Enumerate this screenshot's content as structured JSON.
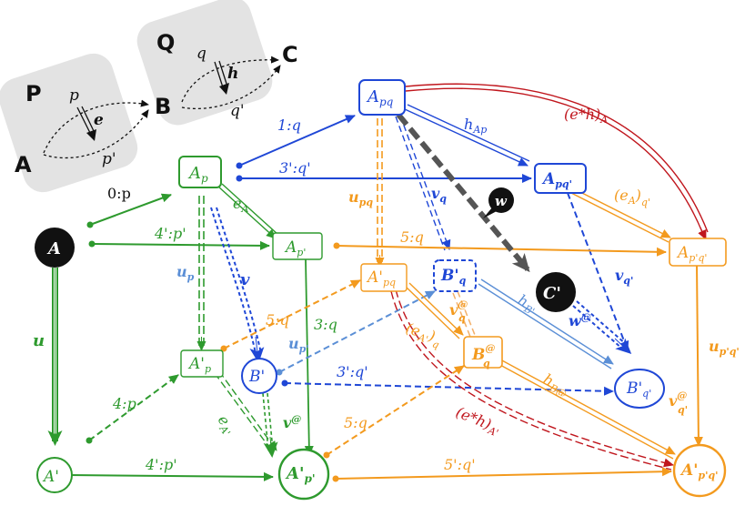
{
  "colors": {
    "green": "#2e9a2e",
    "blue": "#1f47d6",
    "lightblue": "#5b8fd6",
    "orange": "#f39a1e",
    "darkorange": "#d86a10",
    "red": "#c0161d",
    "grey": "#555555",
    "panel": "#e3e3e3"
  },
  "inset": {
    "P": "P",
    "Q": "Q",
    "A": "A",
    "B": "B",
    "C": "C",
    "p": "p",
    "p_prime": "p'",
    "e": "e",
    "q": "q",
    "q_prime": "q'",
    "h": "h"
  },
  "nodes": {
    "A": "A",
    "A_prime": "A'",
    "Ap": "A",
    "Ap_sub": "p",
    "Ap_prime": "A",
    "Ap_prime_sub": "p'",
    "A_prime_p": "A'",
    "A_prime_p_sub": "p",
    "A_prime_p_prime": "A'",
    "A_prime_p_prime_sub": "p'",
    "Apq": "A",
    "Apq_sub": "pq",
    "Apq_prime": "A",
    "Apq_prime_sub": "pq'",
    "Ap_prime_q_prime": "A",
    "Ap_prime_q_prime_sub": "p'q'",
    "A_prime_pq": "A'",
    "A_prime_pq_sub": "pq",
    "B_prime_q": "B'",
    "B_prime_q_sub": "q",
    "B_at_q": "B",
    "B_at_q_sup": "@",
    "B_at_q_sub": "q",
    "B_prime": "B'",
    "B_prime_q_prime": "B'",
    "B_prime_q_prime_sub": "q'",
    "A_prime_p_prime_q_prime": "A'",
    "A_prime_p_prime_q_prime_sub": "p'q'",
    "C_prime": "C'",
    "w": "w"
  },
  "labels": {
    "zero_p": "0:p",
    "four_prime_p_prime": "4':p'",
    "one_q": "1:q",
    "three_prime_q_prime": "3':q'",
    "e_A": "e",
    "e_A_sub": "A",
    "h_Ap": "h",
    "h_Ap_sub": "Ap",
    "eh_A": "(e*h)",
    "eh_A_sub": "A",
    "eA_q_prime": "(e",
    "eA_q_prime_mid": "A",
    "eA_q_prime_end": ")",
    "eA_q_prime_sub": "q'",
    "u": "u",
    "u_p": "u",
    "u_p_sub": "p",
    "v": "v",
    "u_pq": "u",
    "u_pq_sub": "pq",
    "v_q": "v",
    "v_q_sub": "q",
    "five_q_top": "5:q",
    "v_q_prime": "v",
    "v_q_prime_sub": "q'",
    "u_p_prime_q_prime": "u",
    "u_p_prime_q_prime_sub": "p'q'",
    "five_q_mid": "5:q",
    "three_q": "3:q",
    "u_p_prime": "u",
    "u_p_prime_sub": "p'",
    "v_at_q": "v",
    "v_at_q_sup": "@",
    "v_at_q_sub": "q",
    "eA_prime_q": "(e",
    "eA_prime_q_mid": "A'",
    "eA_prime_q_end": ")",
    "eA_prime_q_sub": "q",
    "h_B_prime": "h",
    "h_B_prime_sub": "B'",
    "w_at": "w",
    "w_at_sup": "@",
    "three_prime_q_prime_low": "3':q'",
    "four_p": "4:p",
    "e_A_prime": "e",
    "e_A_prime_sub": "A'",
    "v_at": "v",
    "v_at_sup": "@",
    "five_q_low": "5:q",
    "eh_A_prime": "(e*h)",
    "eh_A_prime_sub": "A'",
    "h_B_at": "h",
    "h_B_at_sub": "B@",
    "v_at_q_prime": "v",
    "v_at_q_prime_sup": "@",
    "v_at_q_prime_sub": "q'",
    "four_prime_p_prime_low": "4':p'",
    "five_prime_q_prime": "5':q'"
  }
}
